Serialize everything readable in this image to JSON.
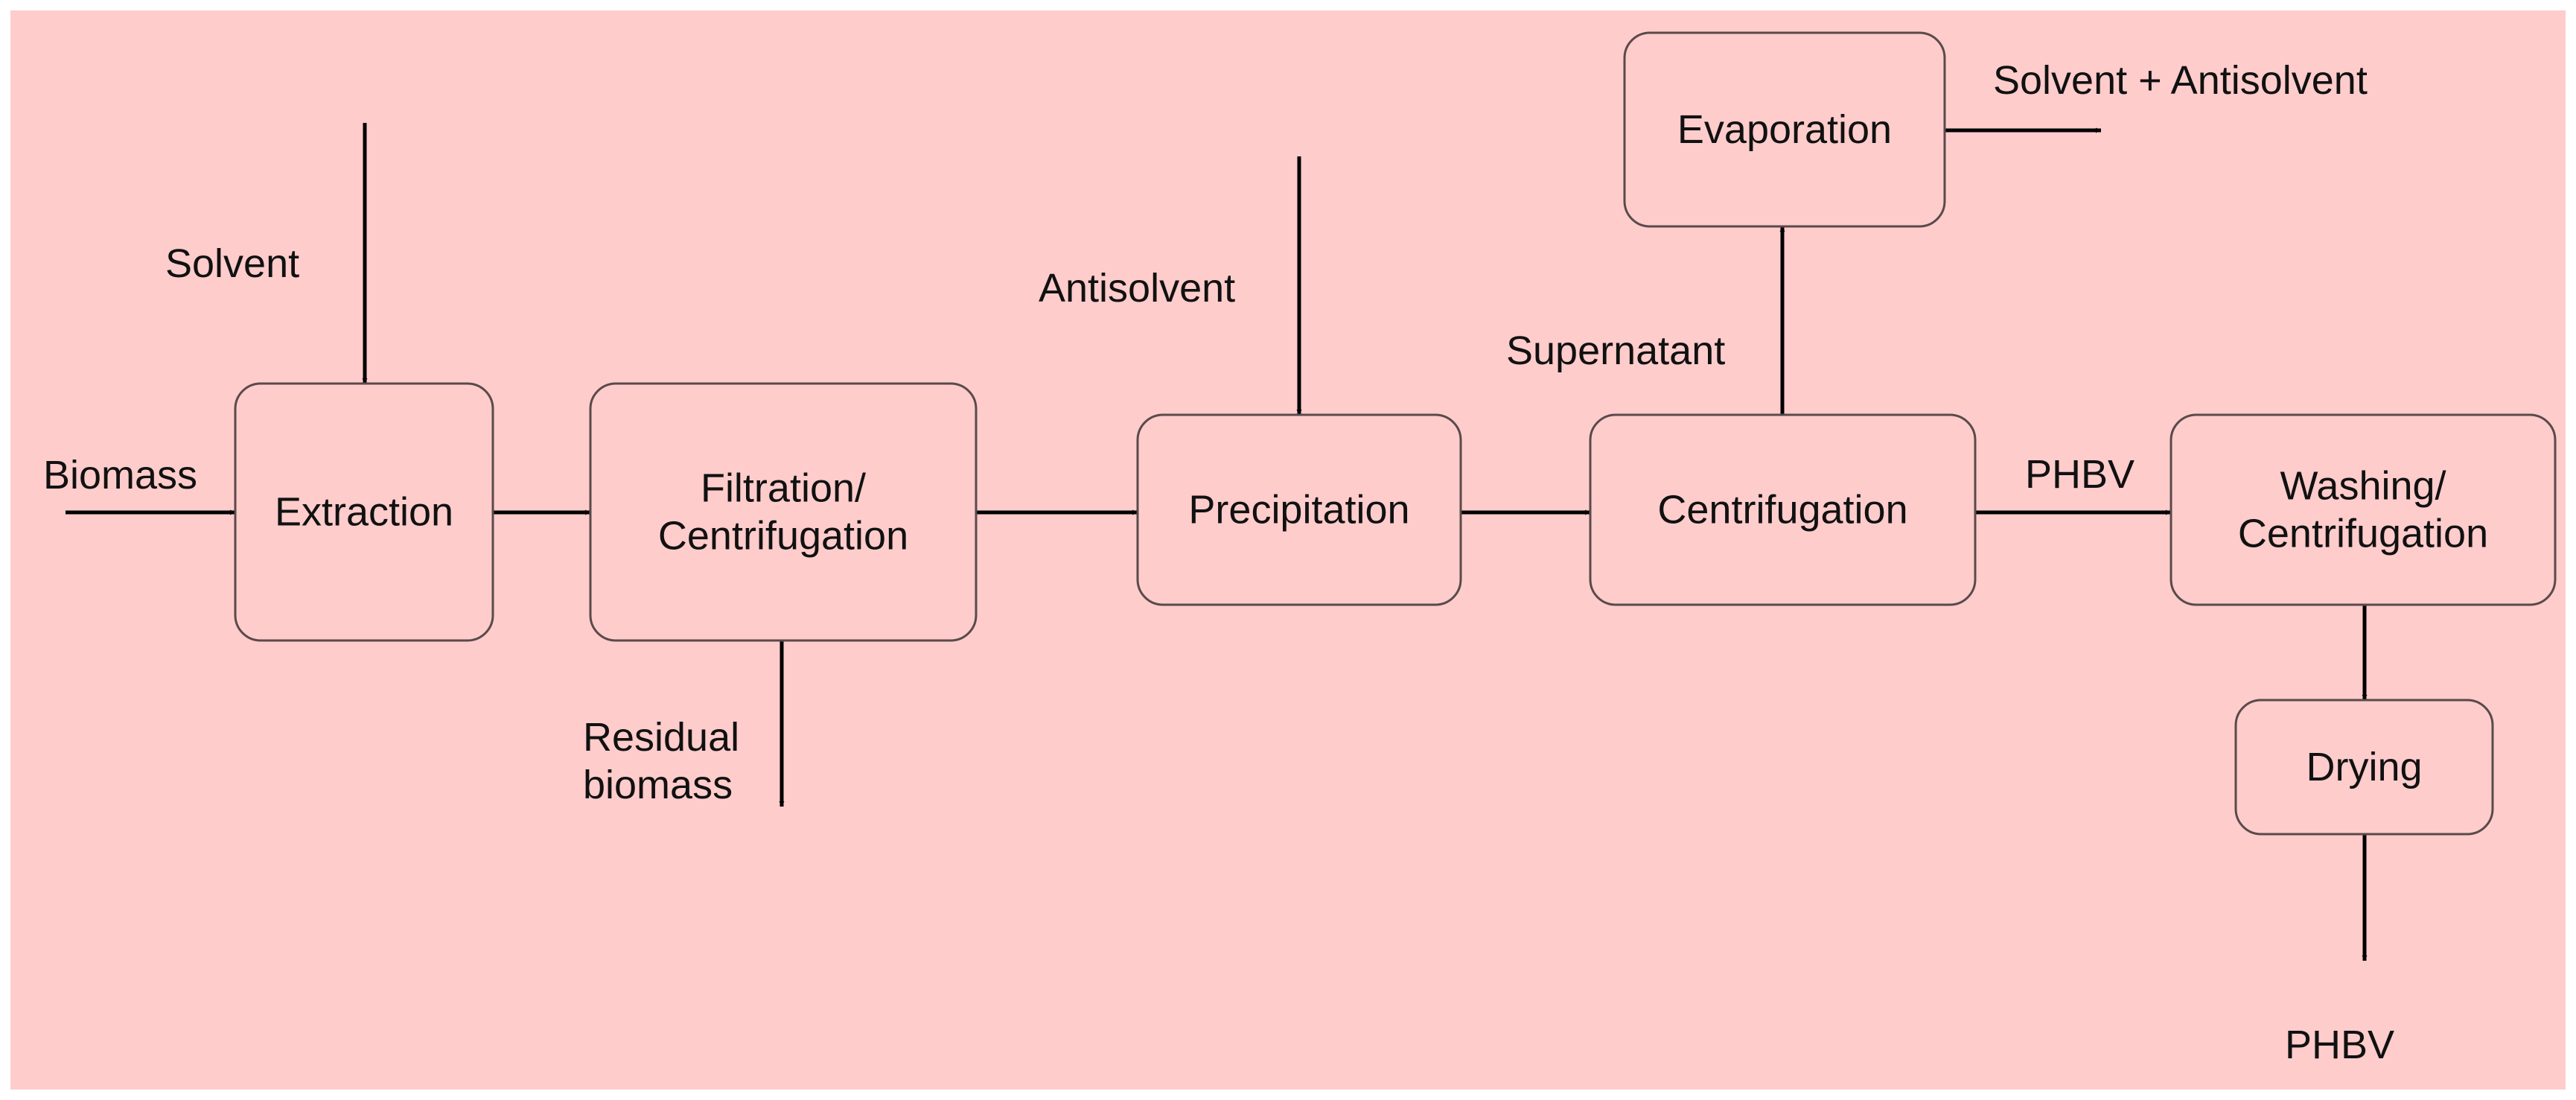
{
  "colors": {
    "background": "#ffcccc",
    "box_fill": "#ffcccc",
    "box_stroke": "#5a4a4a",
    "arrow": "#000000",
    "text": "#111111"
  },
  "boxes": {
    "extraction": [
      "Extraction"
    ],
    "filtration": [
      "Filtration/",
      "Centrifugation"
    ],
    "precipitation": [
      "Precipitation"
    ],
    "centrifugation": [
      "Centrifugation"
    ],
    "evaporation": [
      "Evaporation"
    ],
    "washing": [
      "Washing/",
      "Centrifugation"
    ],
    "drying": [
      "Drying"
    ]
  },
  "labels": {
    "biomass": [
      "Biomass"
    ],
    "solvent": [
      "Solvent"
    ],
    "residual_biomass": [
      "Residual",
      "biomass"
    ],
    "antisolvent": [
      "Antisolvent"
    ],
    "supernatant": [
      "Supernatant"
    ],
    "solvent_antisolvent": [
      "Solvent + Antisolvent"
    ],
    "phbv_mid": [
      "PHBV"
    ],
    "phbv_out": [
      "PHBV"
    ]
  }
}
